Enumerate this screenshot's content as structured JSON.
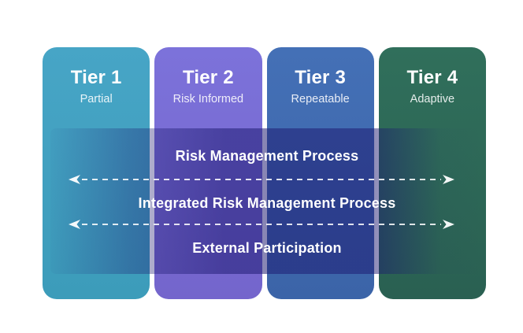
{
  "page": {
    "background": "#FFFFFF"
  },
  "diagram": {
    "tiers": [
      {
        "title": "Tier 1",
        "subtitle": "Partial",
        "color_top": "#47A5C6",
        "color_bottom": "#3C9CBA"
      },
      {
        "title": "Tier 2",
        "subtitle": "Risk Informed",
        "color_top": "#7C72DA",
        "color_bottom": "#7465CC"
      },
      {
        "title": "Tier 3",
        "subtitle": "Repeatable",
        "color_top": "#4470B6",
        "color_bottom": "#3B64A8"
      },
      {
        "title": "Tier 4",
        "subtitle": "Adaptive",
        "color_top": "#306F5B",
        "color_bottom": "#2A6052"
      }
    ],
    "overlay_band": {
      "tint_color": "#1C1870",
      "labels": [
        "Risk Management Process",
        "Integrated Risk Management Process",
        "External Participation"
      ],
      "arrow_color": "#FFFFFF",
      "arrow_style": "dashed",
      "arrow_direction": "bidirectional"
    }
  }
}
